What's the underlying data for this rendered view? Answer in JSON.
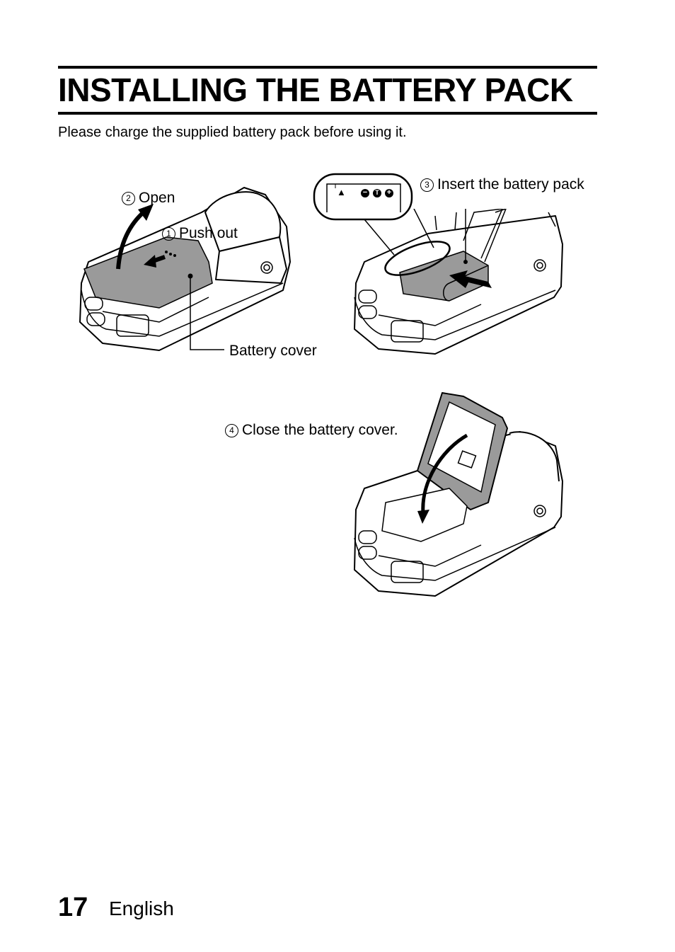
{
  "page": {
    "title": "INSTALLING THE BATTERY PACK",
    "intro": "Please charge the supplied battery pack before using it."
  },
  "steps": [
    {
      "number": "1",
      "label": "Push out"
    },
    {
      "number": "2",
      "label": "Open"
    },
    {
      "number": "3",
      "label": "Insert the battery pack"
    },
    {
      "number": "4",
      "label": "Close the battery cover."
    }
  ],
  "callouts": {
    "battery_cover": "Battery cover"
  },
  "inset_symbols": {
    "triangle": "▲",
    "minus": "−",
    "t": "T",
    "plus": "+"
  },
  "footer": {
    "page_number": "17",
    "language": "English"
  }
}
